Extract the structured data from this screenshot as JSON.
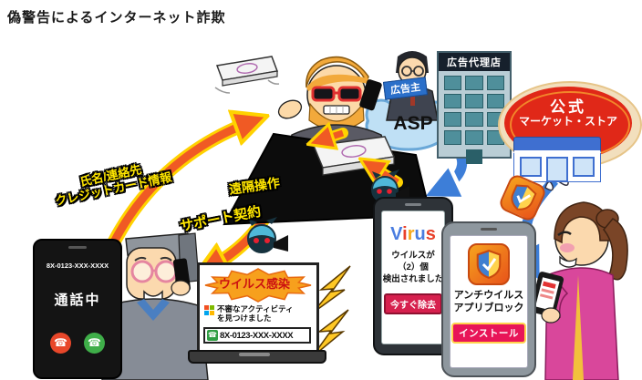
{
  "title": "偽警告によるインターネット詐欺",
  "flow_labels": {
    "personal_info_line1": "氏名/連絡先",
    "personal_info_line2": "クレジットカード情報",
    "remote_control": "遠隔操作",
    "support_contract": "サポート契約"
  },
  "victim_phone": {
    "number": "8X-0123-XXX-XXXX",
    "status": "通話中",
    "hangup_glyph": "☎",
    "answer_glyph": "☎"
  },
  "fake_warning": {
    "headline": "ウイルス感染",
    "message_line1": "不審なアクティビティ",
    "message_line2": "を見つけました",
    "phone_glyph": "☎",
    "phone_number": "8X-0123-XXX-XXXX"
  },
  "asp_label": "ASP",
  "advertiser_label": "広告主",
  "agency_sign": "広告代理店",
  "official_store": {
    "line1": "公式",
    "line2": "マーケット・ストア"
  },
  "virus_phone": {
    "brand_letters": [
      {
        "ch": "V",
        "style": "color:#4a7de0"
      },
      {
        "ch": "i",
        "style": "color:#e8402a"
      },
      {
        "ch": "r",
        "style": "color:#f5a91d"
      },
      {
        "ch": "u",
        "style": "color:#4a7de0"
      },
      {
        "ch": "s",
        "style": "color:#e8402a"
      }
    ],
    "message_line1": "ウイルスが",
    "message_line2": "（2）個",
    "message_line3": "検出されました",
    "remove_button": "今すぐ除去"
  },
  "antivirus_phone": {
    "app_name_line1": "アンチウイルス",
    "app_name_line2": "アプリブロック",
    "install_button": "インストール"
  },
  "colors": {
    "arrow_orange": "#f05a24",
    "arrow_orange_outline": "#ffd200",
    "arrow_blue": "#3d7ed8",
    "label_yellow": "#ffe600",
    "warning_red": "#cc1100",
    "store_red": "#e02818"
  }
}
